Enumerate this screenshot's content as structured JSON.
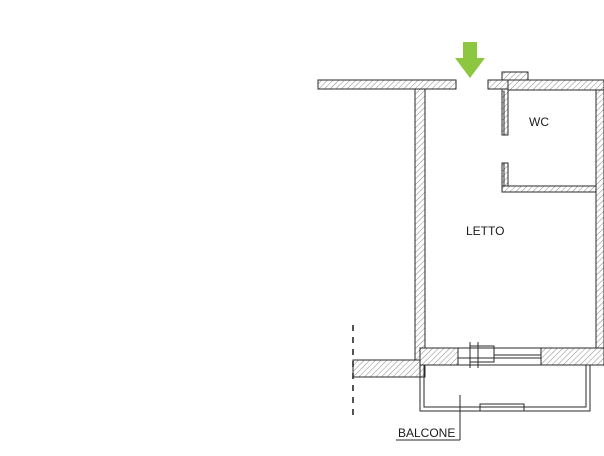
{
  "floorplan": {
    "rooms": [
      {
        "id": "wc",
        "label": "WC"
      },
      {
        "id": "letto",
        "label": "LETTO"
      },
      {
        "id": "balcone",
        "label": "BALCONE"
      }
    ],
    "entrance_marker": {
      "icon": "down-arrow-icon",
      "color": "#8dc63f"
    },
    "colors": {
      "wall_stroke": "#2a2a2a",
      "hatch": "#8a8a8a",
      "background": "#ffffff"
    }
  }
}
